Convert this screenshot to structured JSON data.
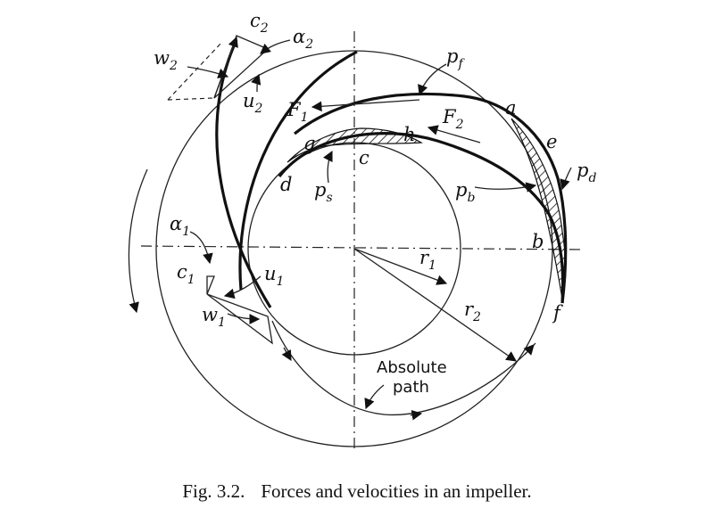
{
  "labels": {
    "c2": {
      "base": "c",
      "sub": "2"
    },
    "alpha2": {
      "base": "α",
      "sub": "2"
    },
    "w2": {
      "base": "w",
      "sub": "2"
    },
    "u2": {
      "base": "u",
      "sub": "2"
    },
    "pf": {
      "base": "p",
      "sub": "f"
    },
    "F1": {
      "base": "F",
      "sub": "1"
    },
    "F2": {
      "base": "F",
      "sub": "2"
    },
    "a": "a",
    "e": "e",
    "pd": {
      "base": "p",
      "sub": "d"
    },
    "g": "g",
    "h": "h",
    "c": "c",
    "d": "d",
    "ps": {
      "base": "p",
      "sub": "s"
    },
    "pb": {
      "base": "p",
      "sub": "b"
    },
    "b": "b",
    "f": "f",
    "alpha1": {
      "base": "α",
      "sub": "1"
    },
    "c1": {
      "base": "c",
      "sub": "1"
    },
    "u1": {
      "base": "u",
      "sub": "1"
    },
    "w1": {
      "base": "w",
      "sub": "1"
    },
    "r1": {
      "base": "r",
      "sub": "1"
    },
    "r2": {
      "base": "r",
      "sub": "2"
    },
    "absolute_line1": "Absolute",
    "absolute_line2": "path"
  },
  "caption": {
    "prefix": "Fig. 3.2.",
    "text": "Forces and velocities in an impeller."
  }
}
